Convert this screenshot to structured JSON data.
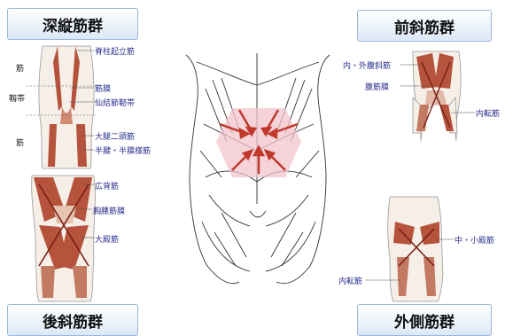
{
  "groups": {
    "deep_longitudinal": {
      "title": "深縦筋群",
      "side_labels": [
        "筋",
        "靱帯",
        "筋"
      ],
      "labels": [
        "脊柱起立筋",
        "筋膜",
        "仙結節靭帯",
        "大腿二頭筋",
        "半腱・半膜様筋"
      ]
    },
    "posterior_oblique": {
      "title": "後斜筋群",
      "labels": [
        "広背筋",
        "胸腰筋膜",
        "大殿筋"
      ]
    },
    "anterior_oblique": {
      "title": "前斜筋群",
      "labels": [
        "内・外腹斜筋",
        "腹筋膜",
        "内転筋"
      ]
    },
    "lateral": {
      "title": "外側筋群",
      "labels": [
        "中・小殿筋",
        "内転筋"
      ]
    }
  },
  "colors": {
    "muscle": "#b5533c",
    "arrow": "#c0392b",
    "highlight": "#f2c4cc",
    "label_text": "#2b2f8c"
  }
}
